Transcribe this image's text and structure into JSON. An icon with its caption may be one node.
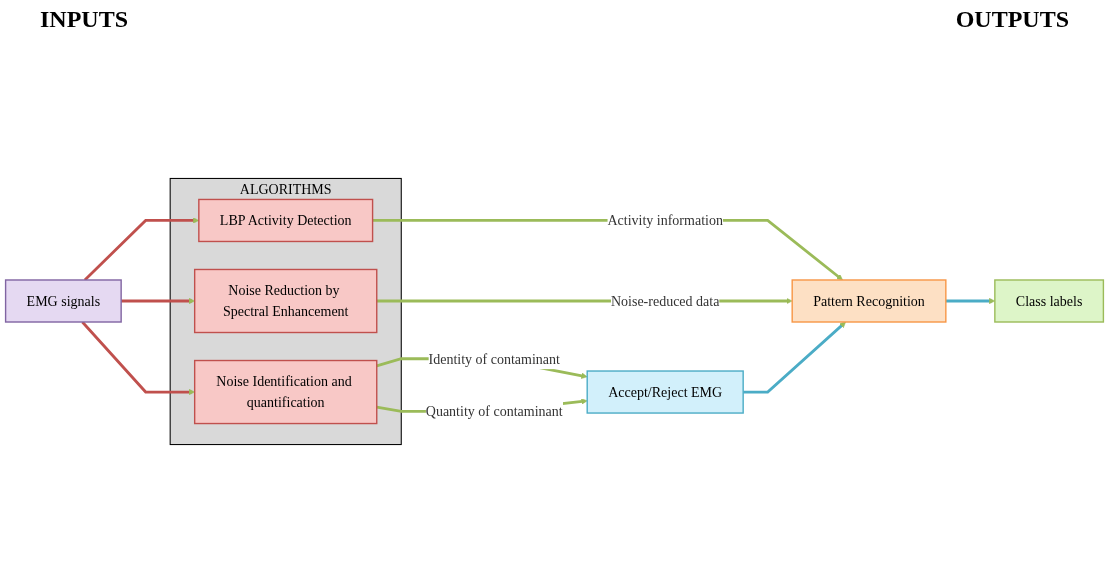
{
  "diagram": {
    "nodes": [
      {
        "text": [
          "EMG signals"
        ]
      },
      {
        "text": [
          "ALGORITHMS"
        ]
      },
      {
        "text": [
          "LBP Activity Detection"
        ],
        "in": 1
      },
      {
        "text": [
          "Noise Reduction by Spectral Enhancement"
        ],
        "in": 1
      },
      {
        "text": [
          "Noise Identification and quantification"
        ],
        "in": 1
      },
      {
        "text": [
          "Class labels"
        ]
      },
      {
        "text": [
          "Pattern Recognition"
        ]
      },
      {
        "text": [
          "Accept/Reject EMG"
        ]
      }
    ],
    "edges": [
      {
        "from": 0,
        "to": 2,
        "arrow": "to",
        "color": "#c0504d"
      },
      {
        "from": 0,
        "to": 3,
        "arrow": "to",
        "color": "#c0504d"
      },
      {
        "from": 0,
        "to": 4,
        "arrow": "to",
        "color": "#c0504d"
      },
      {
        "from": 2,
        "to": 6,
        "arrow": "to",
        "label": "Activity information"
      },
      {
        "from": 3,
        "to": 6,
        "arrow": "to",
        "label": "Noise-reduced data"
      },
      {
        "from": 4,
        "to": 7,
        "arrow": "to",
        "label": "Identity of contaminant"
      },
      {
        "from": 4,
        "to": 7,
        "arrow": "to",
        "label": "Quantity of contaminant"
      },
      {
        "from": 7,
        "to": 6,
        "arrow": "to",
        "color": "#4bacc6"
      },
      {
        "from": 6,
        "to": 5,
        "arrow": "to",
        "color": "#4bacc6"
      }
    ],
    "labels": [
      "INPUTS",
      "OUTPUTS"
    ]
  }
}
